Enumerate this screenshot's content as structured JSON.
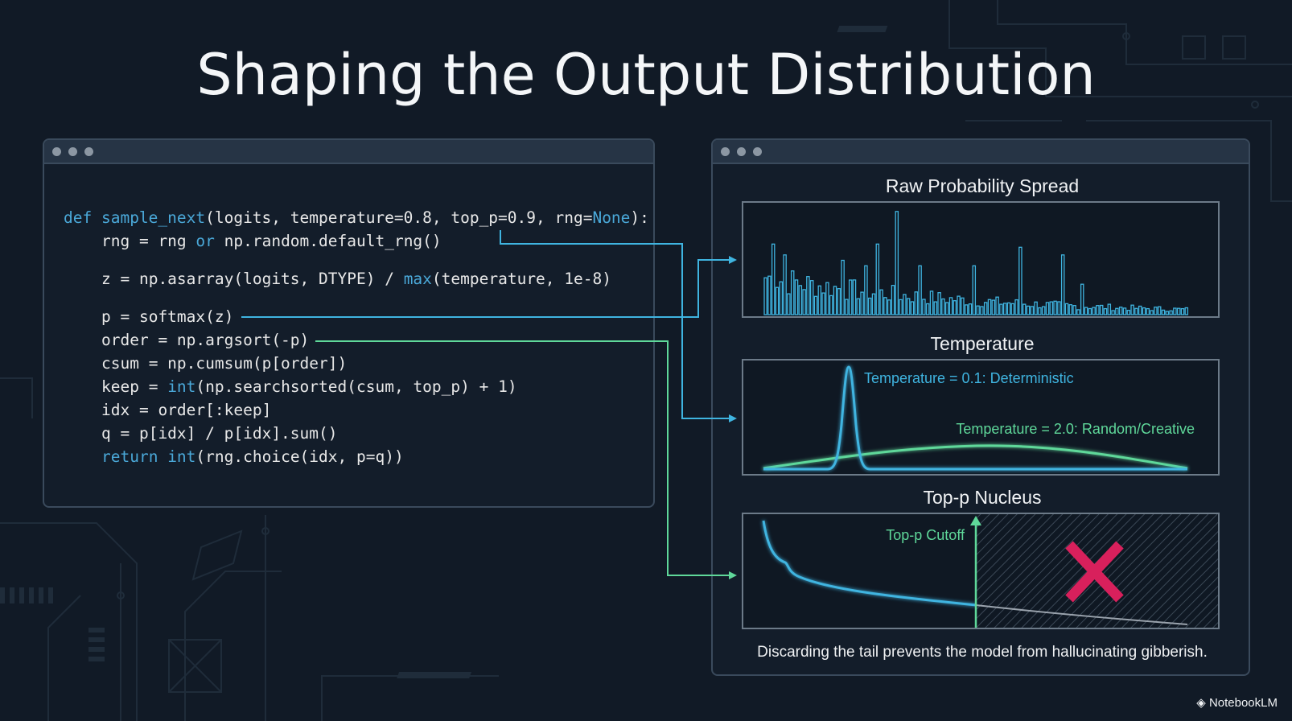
{
  "title": "Shaping the Output Distribution",
  "code": {
    "lines": [
      [
        {
          "t": "def ",
          "c": "kw"
        },
        {
          "t": "sample_next",
          "c": "kw"
        },
        {
          "t": "(logits, temperature=0.8, top_p=0.9, rng=",
          "c": ""
        },
        {
          "t": "None",
          "c": "kw"
        },
        {
          "t": "):",
          "c": ""
        }
      ],
      [
        {
          "t": "rng = rng ",
          "c": ""
        },
        {
          "t": "or",
          "c": "kw"
        },
        {
          "t": " np.random.default_rng()",
          "c": ""
        }
      ],
      [],
      [
        {
          "t": "z = np.asarray(logits, DTYPE) / ",
          "c": ""
        },
        {
          "t": "max",
          "c": "kw"
        },
        {
          "t": "(temperature, 1e-8)",
          "c": ""
        }
      ],
      [],
      [
        {
          "t": "p = softmax(z)",
          "c": ""
        }
      ],
      [
        {
          "t": "order = np.argsort(-p)",
          "c": ""
        }
      ],
      [
        {
          "t": "csum = np.cumsum(p[order])",
          "c": ""
        }
      ],
      [
        {
          "t": "keep = ",
          "c": ""
        },
        {
          "t": "int",
          "c": "kw"
        },
        {
          "t": "(np.searchsorted(csum, top_p) + 1)",
          "c": ""
        }
      ],
      [
        {
          "t": "idx = order[:keep]",
          "c": ""
        }
      ],
      [
        {
          "t": "q = p[idx] / p[idx].sum()",
          "c": ""
        }
      ],
      [
        {
          "t": "return ",
          "c": "kw"
        },
        {
          "t": "int",
          "c": "kw"
        },
        {
          "t": "(rng.choice(idx, p=q))",
          "c": ""
        }
      ]
    ]
  },
  "panels": {
    "raw": {
      "title": "Raw Probability Spread"
    },
    "temperature": {
      "title": "Temperature",
      "label_low": "Temperature = 0.1: Deterministic",
      "label_high": "Temperature = 2.0: Random/Creative"
    },
    "topp": {
      "title": "Top-p Nucleus",
      "cutoff_label": "Top-p Cutoff",
      "cutoff_fraction": 0.5
    }
  },
  "caption": "Discarding the tail prevents the model from hallucinating gibberish.",
  "brand": "NotebookLM",
  "colors": {
    "blue": "#3fb4e0",
    "green": "#5fd89a",
    "cross": "#d8205c",
    "keyword": "#4aa8d8"
  }
}
